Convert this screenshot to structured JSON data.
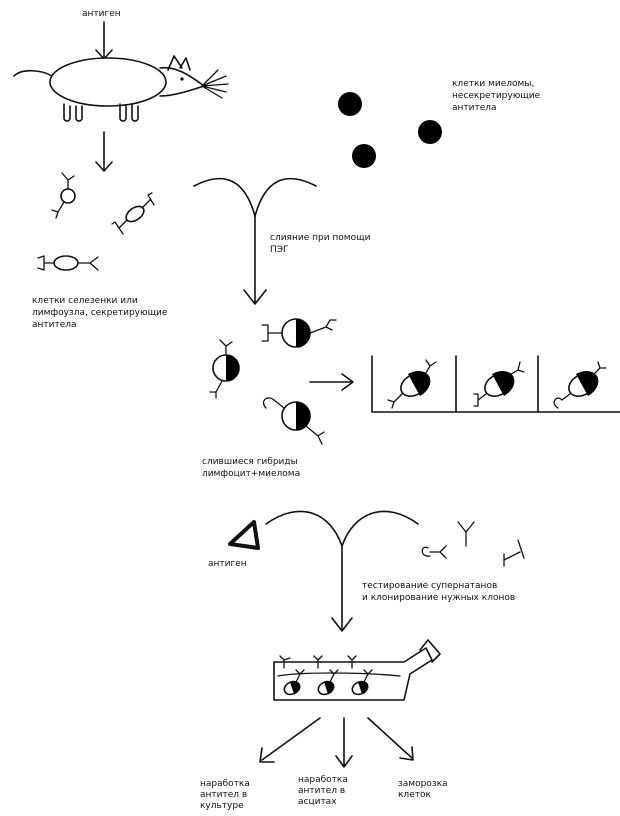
{
  "labels": {
    "antigen_top": "антиген",
    "myeloma_line1": "клетки миеломы,",
    "myeloma_line2": "несекретирующие",
    "myeloma_line3": "антитела",
    "fusion_line1": "слияние при помощи",
    "fusion_line2": "ПЭГ",
    "spleen_line1": "клетки селезенки или",
    "spleen_line2": "лимфоузла, секретирующие",
    "spleen_line3": "антитела",
    "hybrids_line1": "слившиеся гибриды",
    "hybrids_line2": "лимфоцит+миелома",
    "antigen_bottom": "антиген",
    "testing_line1": "тестирование супернатанов",
    "testing_line2": "и клонирование нужных клонов",
    "culture_line1": "наработка",
    "culture_line2": "антител в",
    "culture_line3": "культуре",
    "ascites_line1": "наработка",
    "ascites_line2": "антител в",
    "ascites_line3": "асцитах",
    "freeze_line1": "заморозка",
    "freeze_line2": "клеток"
  }
}
